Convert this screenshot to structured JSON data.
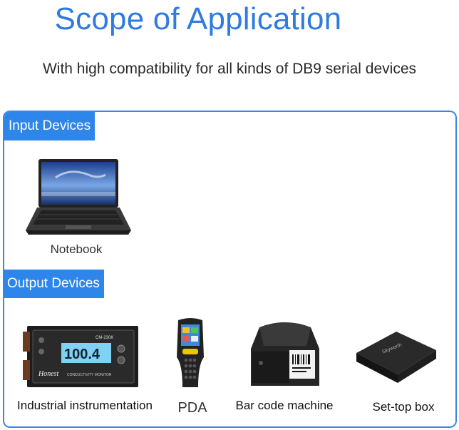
{
  "header": {
    "title": "Scope of Application",
    "subtitle": "With high compatibility for all kinds of DB9 serial devices"
  },
  "input_section": {
    "label": "Input Devices",
    "devices": [
      {
        "name": "Notebook",
        "icon": "laptop-icon"
      }
    ]
  },
  "output_section": {
    "label": "Output Devices",
    "devices": [
      {
        "name": "Industrial instrumentation",
        "icon": "conductivity-monitor-icon",
        "screen_reading": "100.4",
        "model": "CM-230K",
        "brand": "Honest",
        "caption": "CONDUCTIVITY MONITOR"
      },
      {
        "name": "PDA",
        "icon": "pda-scanner-icon"
      },
      {
        "name": "Bar code machine",
        "icon": "barcode-printer-icon"
      },
      {
        "name": "Set-top box",
        "icon": "set-top-box-icon",
        "brand": "Skyworth"
      }
    ]
  },
  "colors": {
    "accent": "#2f86ea",
    "title": "#2f7be0",
    "border": "#3a86e8"
  }
}
